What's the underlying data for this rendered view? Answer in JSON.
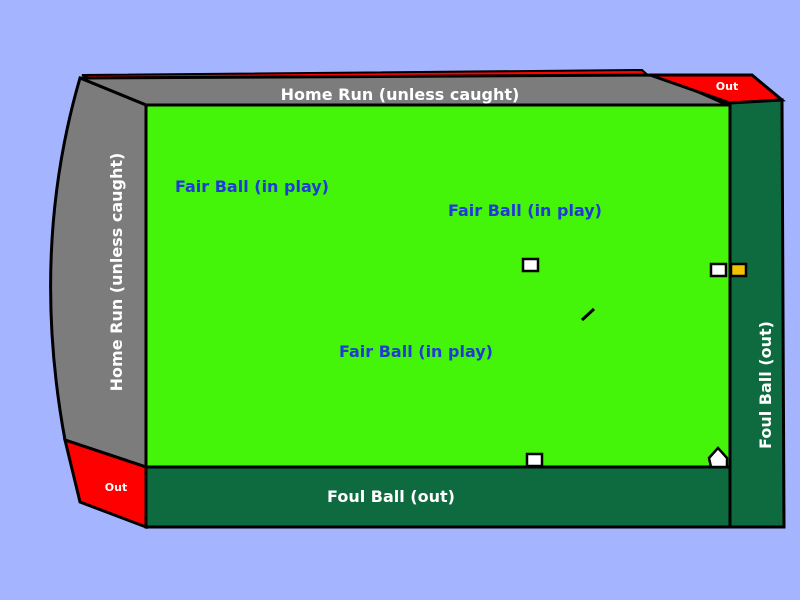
{
  "diagram": {
    "colors": {
      "background": "#a5b4ff",
      "fair_territory": "#44f50a",
      "foul_territory": "#0e6b40",
      "home_run_zone": "#7c7c7c",
      "out_zone": "#ff0000",
      "fair_label": "#1f3bd6",
      "zone_label": "#ffffff"
    },
    "labels": {
      "home_run_top": "Home Run (unless caught)",
      "home_run_left": "Home Run (unless caught)",
      "foul_bottom": "Foul Ball (out)",
      "foul_right": "Foul Ball (out)",
      "out_top_right": "Out",
      "out_bottom_left": "Out",
      "fair_1": "Fair Ball (in play)",
      "fair_2": "Fair Ball (in play)",
      "fair_3": "Fair Ball (in play)"
    },
    "markers": [
      "home-plate",
      "first-base",
      "second-base",
      "third-base",
      "yellow-base",
      "pitchers-mound-line"
    ]
  }
}
